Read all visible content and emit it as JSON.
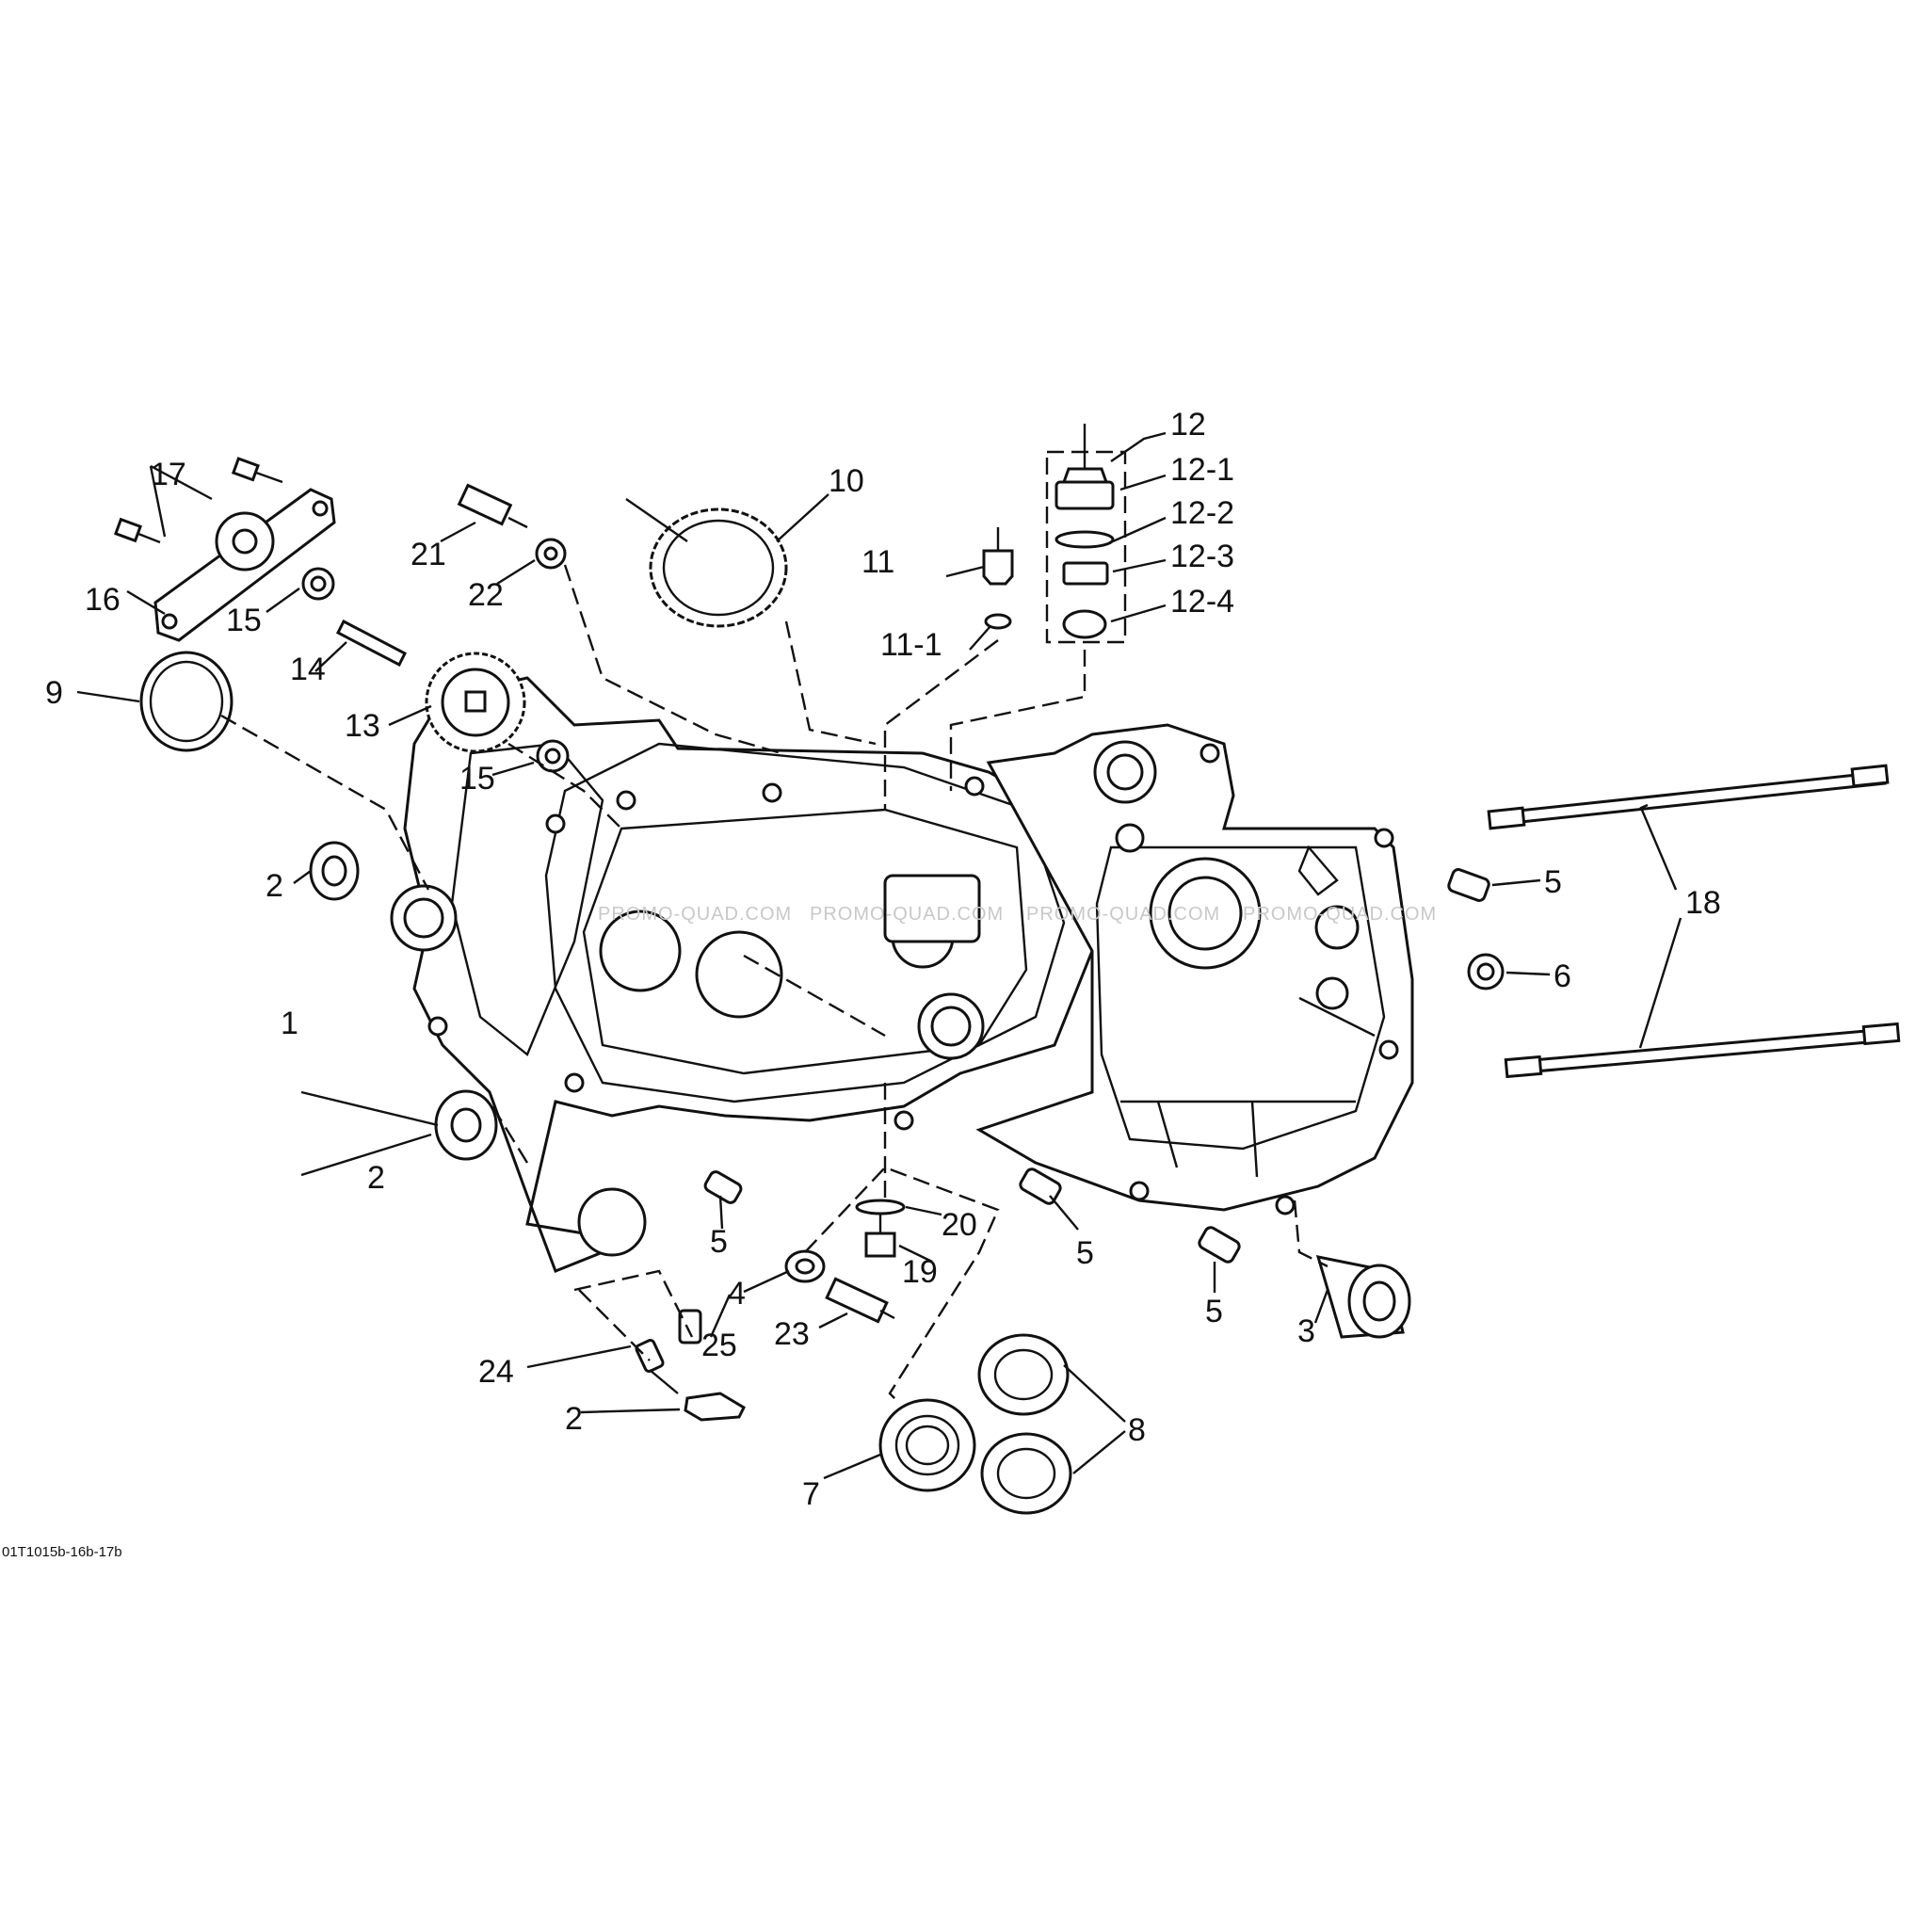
{
  "diagram": {
    "code": "01T1015b-16b-17b",
    "watermark": "PROMO-QUAD.COM",
    "callouts": [
      "1",
      "2",
      "3",
      "4",
      "5",
      "6",
      "7",
      "8",
      "9",
      "10",
      "11",
      "11-1",
      "12",
      "12-1",
      "12-2",
      "12-3",
      "12-4",
      "13",
      "14",
      "15",
      "16",
      "17",
      "18",
      "19",
      "20",
      "21",
      "22",
      "23",
      "24",
      "25"
    ]
  }
}
